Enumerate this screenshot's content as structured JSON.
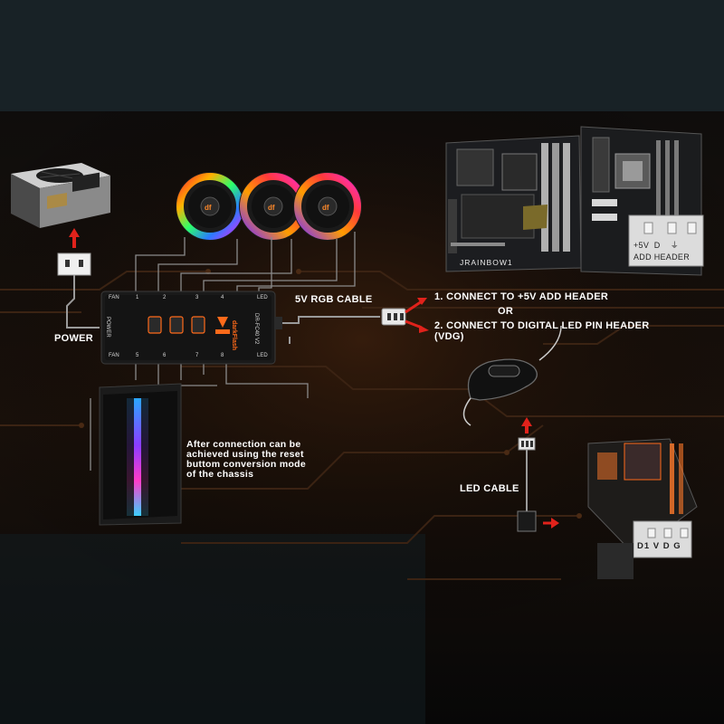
{
  "labels": {
    "power": "POWER",
    "rgb_cable": "5V RGB CABLE",
    "connect_option_1": "1. CONNECT TO +5V ADD HEADER",
    "or": "OR",
    "connect_option_2": "2. CONNECT TO DIGITAL LED PIN HEADER",
    "connect_option_2b": "(VDG)",
    "chassis_note": "After connection can be\nachieved using the reset\nbuttom conversion mode\nof the chassis",
    "led_cable": "LED CABLE"
  },
  "hub": {
    "brand": "darkFlash",
    "fan_top": "FAN",
    "led_top": "LED",
    "power": "POWER",
    "fan_bottom": "FAN",
    "led_bottom": "LED",
    "model": "DR-FC40 V2",
    "port_numbers_top": [
      "1",
      "2",
      "3",
      "4"
    ],
    "port_numbers_bottom": [
      "5",
      "6",
      "7",
      "8"
    ]
  },
  "motherboard": {
    "rainbow_label": "JRAINBOW1",
    "add_header_pins": "+5V  D    ⏚",
    "add_header_label": "ADD HEADER",
    "vdg_label": "D1 V D G"
  },
  "colors": {
    "background_top": "#182226",
    "background_main": "#0b0a09",
    "circuit_trace": "#3a2212",
    "accent_red": "#e0221b",
    "hub_orange": "#ff6a1a",
    "cable": "#8a8a8a"
  }
}
